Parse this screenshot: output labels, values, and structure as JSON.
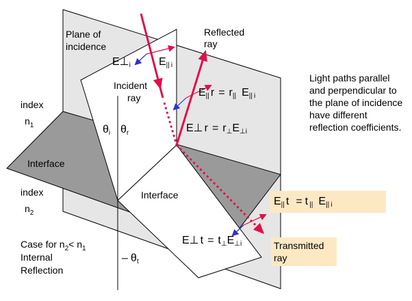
{
  "colors": {
    "plane_fill": "#e6e6e6",
    "interface_fill": "#9a9a9a",
    "ray_red": "#e0104a",
    "vector_blue": "#3030d0",
    "highlight_box": "#fde8c4"
  },
  "labels": {
    "plane_line1": "Plane of",
    "plane_line2": "incidence",
    "reflected_line1": "Reflected",
    "reflected_line2": "ray",
    "incident_line1": "Incident",
    "incident_line2": "ray",
    "index1_word": "index",
    "index1_n": "n",
    "index1_sub": "1",
    "index2_word": "index",
    "index2_n": "n",
    "index2_sub": "2",
    "interface_left": "Interface",
    "interface_right": "Interface",
    "note_line1": "Light paths parallel",
    "note_line2": "and perpendicular to",
    "note_line3": "the plane of incidence",
    "note_line4": "have different",
    "note_line5": "reflection coefficients.",
    "transmitted_line1": "Transmitted",
    "transmitted_line2": "ray",
    "case_prefix": "Case for n",
    "case_sub2": "2",
    "case_lt": "< n",
    "case_sub1": "1",
    "case_line2": "Internal",
    "case_line3": "Reflection"
  },
  "symbols": {
    "E": "E",
    "perp": "⊥",
    "par": "||",
    "i": "i",
    "r": "r",
    "t": "t",
    "eq": "=",
    "theta": "θ",
    "dash": "–"
  }
}
